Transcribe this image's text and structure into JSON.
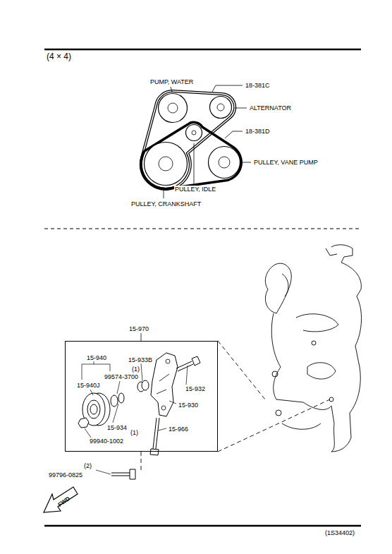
{
  "diagram": {
    "title": "(4 × 4)",
    "nodes": [
      {
        "text": [
          "PUMP, WATER"
        ]
      },
      {
        "text": [
          "ALTERNATOR"
        ]
      },
      {
        "text": [
          "PULLEY, IDLE"
        ]
      },
      {
        "text": [
          "PULLEY, VANE PUMP"
        ]
      },
      {
        "text": [
          "PULLEY, CRANKSHAFT"
        ]
      },
      {
        "text": [
          "15-970"
        ]
      }
    ],
    "labels": [
      "18-381C",
      "18-381D",
      "15-940",
      "15-940J",
      "99574-3700",
      "(1)",
      "15-933B",
      "15-932",
      "15-930",
      "15-934",
      "15-966",
      "(1)",
      "99940-1002",
      "(2)",
      "99796-0825",
      "FWD",
      "(1S34402)"
    ]
  }
}
